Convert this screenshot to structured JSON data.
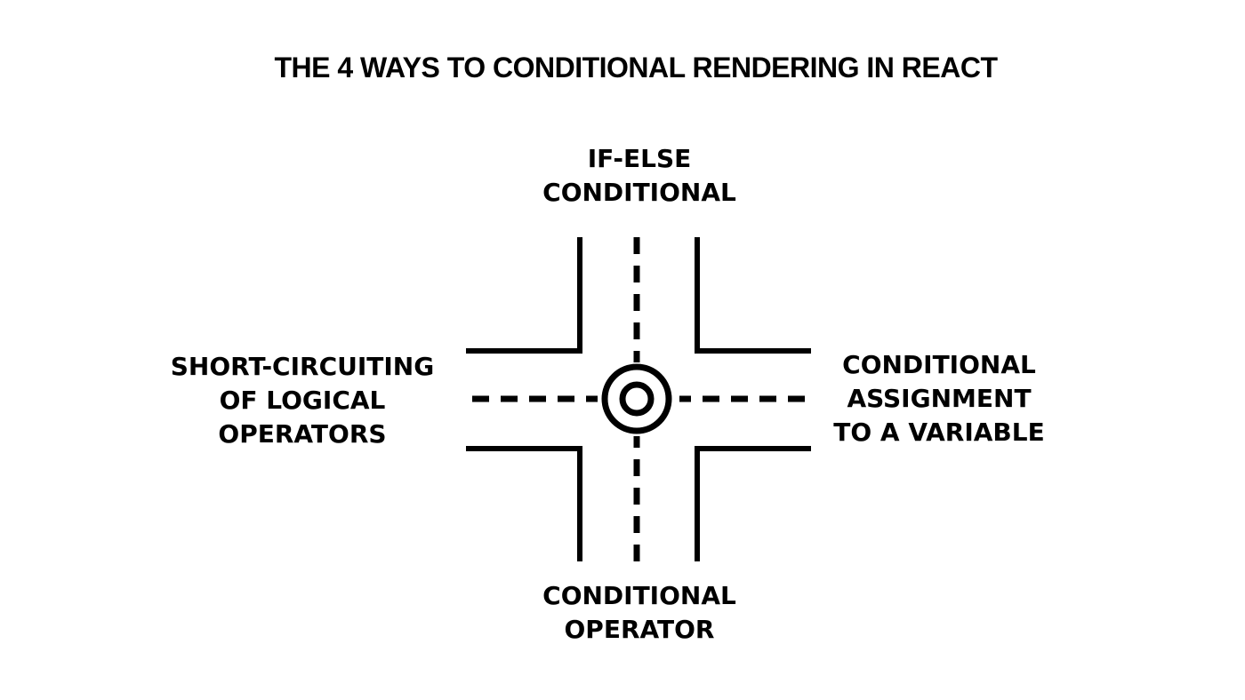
{
  "title": "THE 4 WAYS TO CONDITIONAL RENDERING IN REACT",
  "labels": {
    "top": [
      "IF-ELSE",
      "CONDITIONAL"
    ],
    "bottom": [
      "CONDITIONAL",
      "OPERATOR"
    ],
    "left": [
      "SHORT-CIRCUITING",
      "OF LOGICAL",
      "OPERATORS"
    ],
    "right": [
      "CONDITIONAL",
      "ASSIGNMENT",
      "TO A VARIABLE"
    ]
  },
  "colors": {
    "stroke": "#000000",
    "background": "#ffffff"
  },
  "icon": "crossroads-roundabout-icon"
}
